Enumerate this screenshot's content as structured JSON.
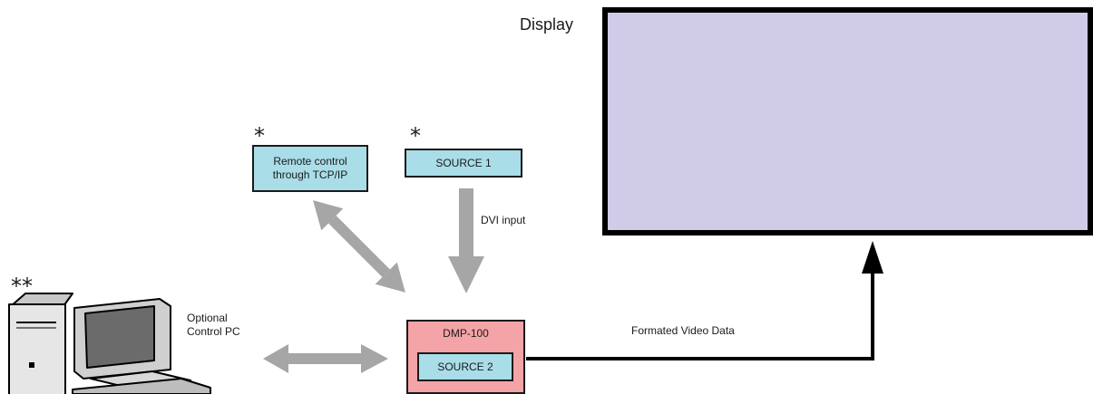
{
  "display": {
    "label": "Display",
    "screen_color": "#d0cce8"
  },
  "remote_control": {
    "label": "Remote control\nthrough TCP/IP",
    "marker": "*"
  },
  "source1": {
    "label": "SOURCE 1",
    "marker": "*"
  },
  "dvi": {
    "label": "DVI input"
  },
  "dmp": {
    "label": "DMP-100",
    "inner_label": "SOURCE 2",
    "color": "#f4a3a6"
  },
  "pc": {
    "label": "Optional\nControl PC",
    "marker": "**"
  },
  "video": {
    "label": "Formated Video Data"
  },
  "colors": {
    "box_blue": "#a9dde8",
    "arrow_grey": "#a6a6a6"
  }
}
